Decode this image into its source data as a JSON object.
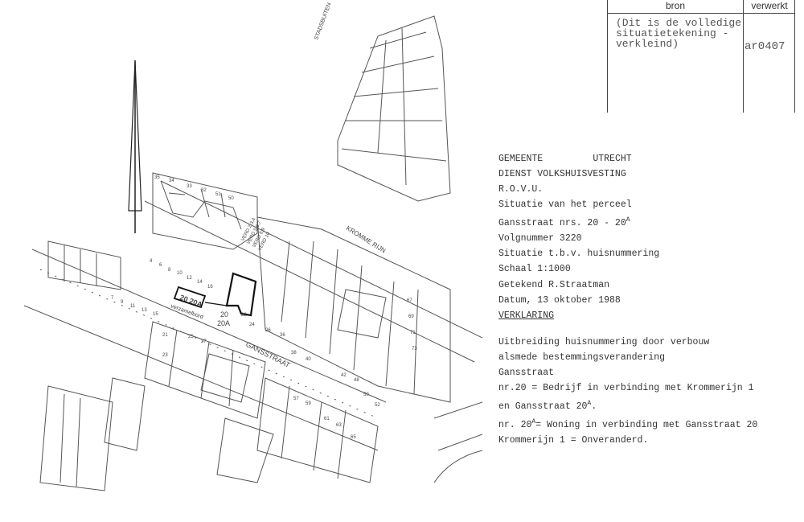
{
  "stamp": {
    "col_bron": "bron",
    "col_verwerkt": "verwerkt",
    "note": "(Dit is de volledige\nsituatietekening -\nverkleind)",
    "code": "ar0407"
  },
  "title_block": {
    "line1_left": "GEMEENTE",
    "line1_right": "UTRECHT",
    "line2": "DIENST VOLKSHUISVESTING",
    "line3": "R.O.V.U.",
    "line4": "Situatie van het perceel",
    "line5": "Gansstraat nrs. 20 - 20",
    "line5_sup": "A",
    "line6": "Volgnummer 3220",
    "line7": "Situatie t.b.v. huisnummering",
    "line8": "Schaal 1:1000",
    "line9": "Getekend R.Straatman",
    "line10": "Datum, 13 oktober 1988",
    "heading": "VERKLARING"
  },
  "verklaring": {
    "l1": "Uitbreiding huisnummering door verbouw",
    "l2": "alsmede bestemmingsverandering",
    "l3": "Gansstraat",
    "l4": "nr.20 = Bedrijf in verbinding met Krommerijn 1",
    "l5": "en Gansstraat 20",
    "l5_sup": "A",
    "l5_end": ".",
    "l6a": "nr. 20",
    "l6_sup": "A",
    "l6b": "= Woning in verbinding met Gansstraat 20",
    "l7": "Krommerijn 1 = Onveranderd."
  },
  "map": {
    "street_gansstraat": "GANSSTRAAT",
    "street_kromme_rijn": "KROMME RIJN",
    "street_stadsbuiten": "STADSBUITEN",
    "box_label": "20 20A",
    "box_caption": "verzamelbord",
    "plot_label_1": "20",
    "plot_label_2": "20A",
    "verd_labels": [
      "VERD 2,3,4",
      "VERD 5,6,7",
      "VERD 8,9",
      "VERD 10"
    ],
    "house_numbers": [
      "35",
      "34",
      "33",
      "32",
      "51",
      "50",
      "4",
      "6",
      "8",
      "10",
      "12",
      "14",
      "16",
      "22",
      "24",
      "26",
      "36",
      "38",
      "40",
      "42",
      "48",
      "50",
      "52",
      "7",
      "9",
      "11",
      "13",
      "15",
      "21",
      "23",
      "25",
      "27",
      "57",
      "59",
      "61",
      "63",
      "65",
      "67",
      "69",
      "71",
      "73"
    ]
  }
}
